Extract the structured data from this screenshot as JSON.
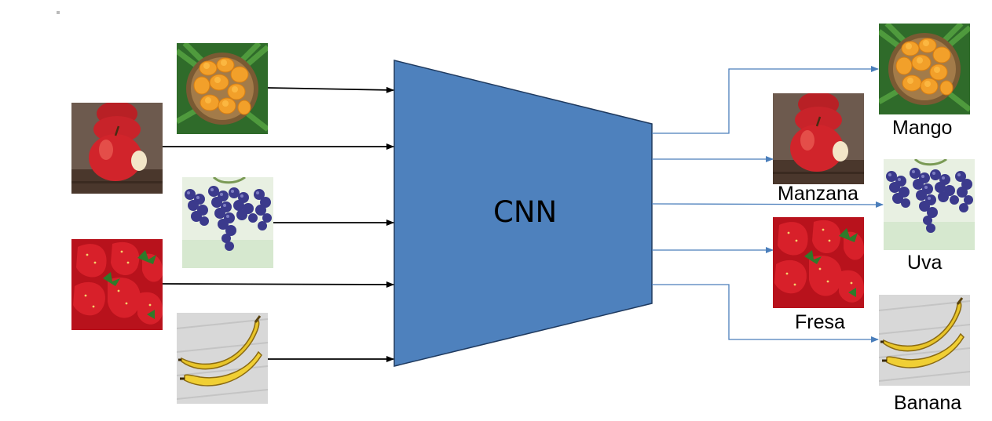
{
  "cnn": {
    "label": "CNN",
    "fill": "#4e81bd",
    "stroke": "#1f3a5f"
  },
  "colors": {
    "input_arrow": "#000000",
    "output_arrow": "#4a7ebb"
  },
  "inputs": [
    {
      "fruit": "mango-image"
    },
    {
      "fruit": "apple-image"
    },
    {
      "fruit": "grapes-image"
    },
    {
      "fruit": "strawberry-image"
    },
    {
      "fruit": "banana-image"
    }
  ],
  "outputs": [
    {
      "label": "Mango",
      "fruit": "mango-image"
    },
    {
      "label": "Manzana",
      "fruit": "apple-image"
    },
    {
      "label": "Uva",
      "fruit": "grapes-image"
    },
    {
      "label": "Fresa",
      "fruit": "strawberry-image"
    },
    {
      "label": "Banana",
      "fruit": "banana-image"
    }
  ]
}
